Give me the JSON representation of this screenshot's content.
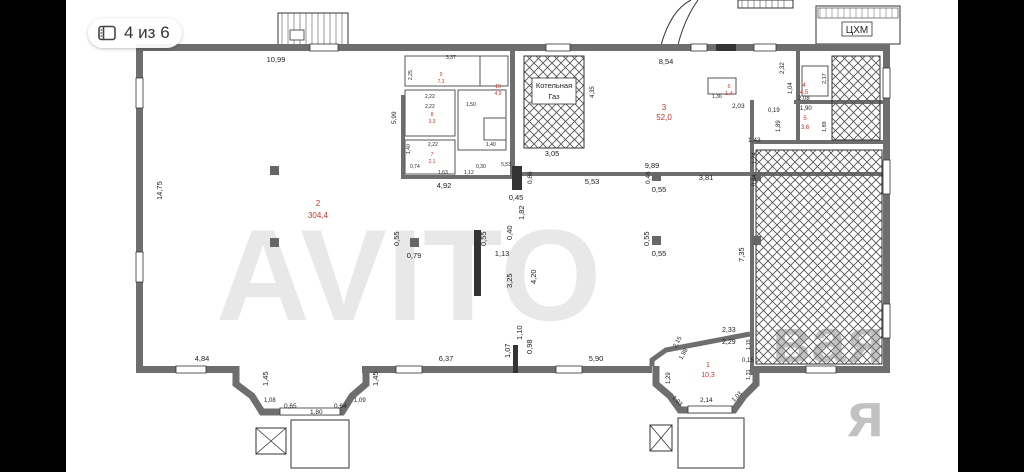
{
  "viewer": {
    "counter_text": "4 из 6",
    "watermark_line1": "вая",
    "watermark_line2": "я"
  },
  "plan": {
    "boiler_room_label": "Котельная",
    "boiler_room_label2": "Газ",
    "chxm_label": "ЦХМ",
    "rooms": [
      {
        "id": "2",
        "area": "304,4"
      },
      {
        "id": "3",
        "area": "52,0"
      },
      {
        "id": "1",
        "area": "10,3"
      },
      {
        "id": "4",
        "area": "4,5"
      },
      {
        "id": "5",
        "area": "3,6"
      },
      {
        "id": "6",
        "area": "1,4"
      },
      {
        "id": "7",
        "area": "2,1"
      },
      {
        "id": "8",
        "area": "3,3"
      },
      {
        "id": "9",
        "area": "7,3"
      },
      {
        "id": "10",
        "area": "4,9"
      }
    ],
    "dimensions": {
      "top_left": "10,99",
      "top_right": "8,54",
      "left_side": "14,75",
      "d_599": "5,99",
      "d_492": "4,92",
      "d_553a": "5,53",
      "d_553b": "5,53",
      "d_989": "9,89",
      "d_381": "3,81",
      "d_305": "3,05",
      "d_435": "4,35",
      "d_045": "0,45",
      "d_055a": "0,55",
      "d_055b": "0,55",
      "d_055c": "0,55",
      "d_055d": "0,55",
      "d_055e": "0,55",
      "d_079": "0,79",
      "d_113": "1,13",
      "d_325": "3,25",
      "d_420": "4,20",
      "d_182": "1,82",
      "d_040": "0,40",
      "d_110": "1,10",
      "d_107": "1,07",
      "d_098": "0,98",
      "d_484": "4,84",
      "d_637": "6,37",
      "d_590": "5,90",
      "d_145a": "1,45",
      "d_145b": "1,45",
      "d_108": "1,08",
      "d_065": "0,65",
      "d_180": "1,80",
      "d_064": "0,64",
      "d_109": "1,09",
      "d_735": "7,35",
      "d_143": "1,43",
      "d_124": "1,24",
      "d_034": "0,34",
      "d_203": "2,03",
      "d_232": "2,32",
      "d_104": "1,04",
      "d_208": "2,08",
      "d_019": "0,19",
      "d_190": "1,90",
      "d_189a": "1,89",
      "d_189b": "1,89",
      "d_217": "2,17",
      "d_136": "1,36",
      "d_233": "2,33",
      "d_229": "2,29",
      "d_215": "2,15",
      "d_198": "1,98",
      "d_115": "1,15",
      "d_015": "0,15",
      "d_131": "1,31",
      "d_129": "1,29",
      "d_103a": "1,03",
      "d_103b": "1,03",
      "d_214": "2,14",
      "d_046": "0,46",
      "d_086": "0,86",
      "d_337": "3,37",
      "d_225": "2,25",
      "d_222a": "2,22",
      "d_222b": "2,22",
      "d_222c": "2,22",
      "d_150": "1,50",
      "d_140a": "1,40",
      "d_140b": "1,40",
      "d_163": "1,63",
      "d_112": "1,12",
      "d_074": "0,74",
      "d_030": "0,30"
    }
  }
}
